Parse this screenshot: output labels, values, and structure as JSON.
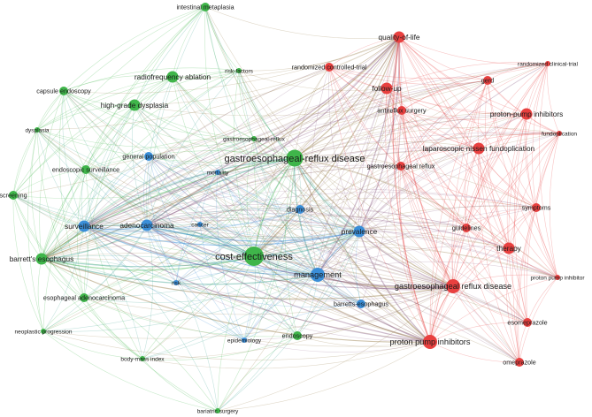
{
  "colors": {
    "green": "#3fb54a",
    "red": "#e8403f",
    "blue": "#3a8ed8",
    "background": "#ffffff",
    "label": "#1a1a1a"
  },
  "clusters": [
    {
      "id": "green",
      "color": "#3fb54a"
    },
    {
      "id": "red",
      "color": "#e8403f"
    },
    {
      "id": "blue",
      "color": "#3a8ed8"
    }
  ],
  "nodes": [
    {
      "id": "intestinal-metaplasia",
      "label": "intestinal metaplasia",
      "cluster": "green",
      "weight": 2
    },
    {
      "id": "radiofrequency-ablation",
      "label": "radiofrequency ablation",
      "cluster": "green",
      "weight": 3
    },
    {
      "id": "risk-factors",
      "label": "risk-factors",
      "cluster": "green",
      "weight": 1
    },
    {
      "id": "capsule-endoscopy",
      "label": "capsule endoscopy",
      "cluster": "green",
      "weight": 2
    },
    {
      "id": "high-grade-dysplasia",
      "label": "high-grade dysplasia",
      "cluster": "green",
      "weight": 3
    },
    {
      "id": "dysplasia",
      "label": "dysplasia",
      "cluster": "green",
      "weight": 1
    },
    {
      "id": "gastroesophageal-reflux-green",
      "label": "gastroesophageal-reflux",
      "cluster": "green",
      "weight": 1
    },
    {
      "id": "gastroesophageal-reflux-disease",
      "label": "gastroesophageal-reflux disease",
      "cluster": "green",
      "weight": 5
    },
    {
      "id": "endoscopic-surveillance",
      "label": "endoscopic surveillance",
      "cluster": "green",
      "weight": 2
    },
    {
      "id": "screening",
      "label": "screening",
      "cluster": "green",
      "weight": 2
    },
    {
      "id": "barretts-esophagus",
      "label": "barrett's esophagus",
      "cluster": "green",
      "weight": 3
    },
    {
      "id": "cost-effectiveness",
      "label": "cost-effectiveness",
      "cluster": "green",
      "weight": 6
    },
    {
      "id": "esophageal-adenocarcinoma",
      "label": "esophageal adenocarcinoma",
      "cluster": "green",
      "weight": 2
    },
    {
      "id": "neoplastic-progression",
      "label": "neoplastic progression",
      "cluster": "green",
      "weight": 1
    },
    {
      "id": "body-mass-index",
      "label": "body-mass index",
      "cluster": "green",
      "weight": 1
    },
    {
      "id": "endoscopy",
      "label": "endoscopy",
      "cluster": "green",
      "weight": 2
    },
    {
      "id": "bariatric-surgery",
      "label": "bariatric surgery",
      "cluster": "green",
      "weight": 1
    },
    {
      "id": "general-population",
      "label": "general population",
      "cluster": "blue",
      "weight": 2
    },
    {
      "id": "mortality",
      "label": "mortality",
      "cluster": "blue",
      "weight": 1
    },
    {
      "id": "surveillance",
      "label": "surveillance",
      "cluster": "blue",
      "weight": 3
    },
    {
      "id": "adenocarcinoma",
      "label": "adenocarcinoma",
      "cluster": "blue",
      "weight": 3
    },
    {
      "id": "cancer",
      "label": "cancer",
      "cluster": "blue",
      "weight": 1
    },
    {
      "id": "diagnosis",
      "label": "diagnosis",
      "cluster": "blue",
      "weight": 2
    },
    {
      "id": "prevalence",
      "label": "prevalence",
      "cluster": "blue",
      "weight": 3
    },
    {
      "id": "management",
      "label": "management",
      "cluster": "blue",
      "weight": 4
    },
    {
      "id": "risk",
      "label": "risk",
      "cluster": "blue",
      "weight": 1
    },
    {
      "id": "barretts-esophagus-blue",
      "label": "barretts-esophagus",
      "cluster": "blue",
      "weight": 2
    },
    {
      "id": "epidemiology",
      "label": "epidemiology",
      "cluster": "blue",
      "weight": 1
    },
    {
      "id": "quality-of-life",
      "label": "quality-of-life",
      "cluster": "red",
      "weight": 3
    },
    {
      "id": "randomized-controlled-trial",
      "label": "randomized controlled-trial",
      "cluster": "red",
      "weight": 2
    },
    {
      "id": "randomized-clinical-trial",
      "label": "randomized clinical-trial",
      "cluster": "red",
      "weight": 1
    },
    {
      "id": "gerd",
      "label": "gerd",
      "cluster": "red",
      "weight": 2
    },
    {
      "id": "follow-up",
      "label": "follow-up",
      "cluster": "red",
      "weight": 3
    },
    {
      "id": "antireflux-surgery",
      "label": "antireflux surgery",
      "cluster": "red",
      "weight": 2
    },
    {
      "id": "proton-pump-inhibitors-top",
      "label": "proton-pump inhibitors",
      "cluster": "red",
      "weight": 3
    },
    {
      "id": "fundoplication",
      "label": "fundoplication",
      "cluster": "red",
      "weight": 1
    },
    {
      "id": "laparoscopic-nissen-fundoplication",
      "label": "laparoscopic nissen fundoplication",
      "cluster": "red",
      "weight": 3
    },
    {
      "id": "gastroesophageal-reflux-red",
      "label": "gastroesophageal reflux",
      "cluster": "red",
      "weight": 2
    },
    {
      "id": "symptoms",
      "label": "symptoms",
      "cluster": "red",
      "weight": 2
    },
    {
      "id": "guidelines",
      "label": "guidelines",
      "cluster": "red",
      "weight": 2
    },
    {
      "id": "therapy",
      "label": "therapy",
      "cluster": "red",
      "weight": 3
    },
    {
      "id": "proton-pump-inhibitor",
      "label": "proton pump inhibitor",
      "cluster": "red",
      "weight": 1
    },
    {
      "id": "gastroesophageal-reflux-disease-red",
      "label": "gastroesophageal reflux disease",
      "cluster": "red",
      "weight": 4
    },
    {
      "id": "esomeprazole",
      "label": "esomeprazole",
      "cluster": "red",
      "weight": 2
    },
    {
      "id": "proton-pump-inhibitors",
      "label": "proton pump inhibitors",
      "cluster": "red",
      "weight": 4
    },
    {
      "id": "omeprazole",
      "label": "omeprazole",
      "cluster": "red",
      "weight": 2
    }
  ]
}
